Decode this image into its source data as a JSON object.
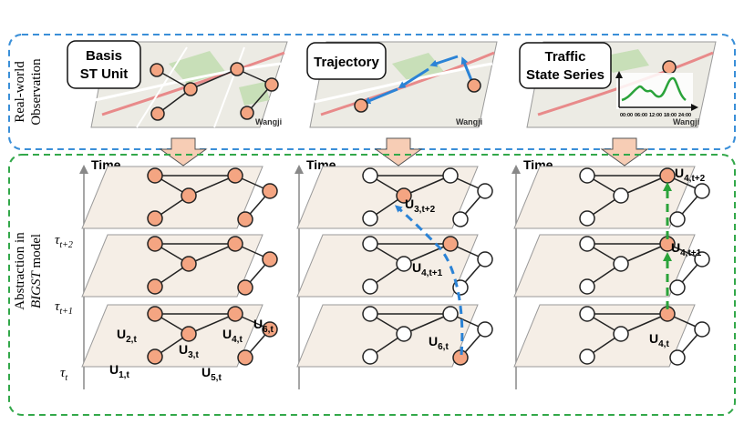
{
  "top_row": {
    "side_label_line1": "Real-world",
    "side_label_line2": "Observation",
    "panels": [
      {
        "label_line1": "Basis",
        "label_line2": "ST Unit"
      },
      {
        "label_line1": "Trajectory",
        "label_line2": ""
      },
      {
        "label_line1": "Traffic",
        "label_line2": "State Series"
      }
    ],
    "map_text": "Wangji",
    "time_axis_labels": [
      "00:00",
      "06:00",
      "12:00",
      "18:00",
      "24:00"
    ]
  },
  "bottom_row": {
    "side_label_line1": "Abstraction in",
    "side_label_line2_italic": "BIGST",
    "side_label_line2_rest": " model",
    "time_label": "Time",
    "tau_labels": [
      {
        "main": "τ",
        "sub": "t+2"
      },
      {
        "main": "τ",
        "sub": "t+1"
      },
      {
        "main": "τ",
        "sub": "t"
      }
    ],
    "panel1_node_labels": [
      {
        "main": "U",
        "sub": "2,t"
      },
      {
        "main": "U",
        "sub": "3,t"
      },
      {
        "main": "U",
        "sub": "4,t"
      },
      {
        "main": "U",
        "sub": "6,t"
      },
      {
        "main": "U",
        "sub": "1,t"
      },
      {
        "main": "U",
        "sub": "5,t"
      }
    ],
    "panel2_node_labels": [
      {
        "main": "U",
        "sub": "3,t+2"
      },
      {
        "main": "U",
        "sub": "4,t+1"
      },
      {
        "main": "U",
        "sub": "6,t"
      }
    ],
    "panel3_node_labels": [
      {
        "main": "U",
        "sub": "4,t+2"
      },
      {
        "main": "U",
        "sub": "4,t+1"
      },
      {
        "main": "U",
        "sub": "4,t"
      }
    ]
  },
  "colors": {
    "node_active": "#f4a582",
    "node_stroke": "#222222",
    "top_border": "#3a8fd8",
    "bottom_border": "#33a84a",
    "trajectory_arrow": "#2b83d6",
    "state_arrow": "#2aa33a",
    "plane_fill": "#f5eee6",
    "big_arrow_fill": "#f7cdb5"
  }
}
